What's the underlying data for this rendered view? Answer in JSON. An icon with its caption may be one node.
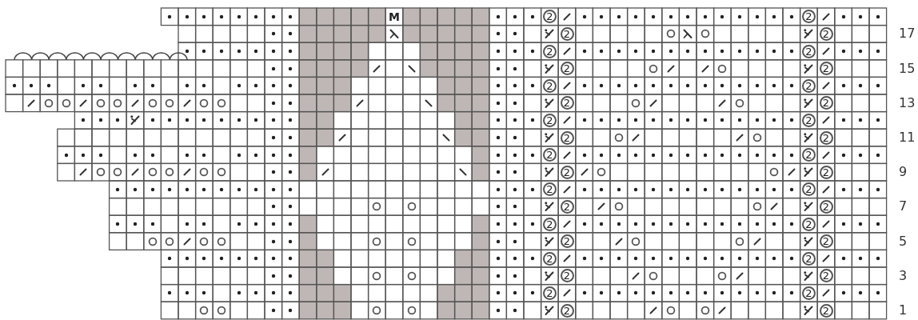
{
  "diagram": {
    "labels": [
      "M",
      "2",
      "2",
      "2",
      "2",
      "17",
      "2",
      "2",
      "2",
      "2",
      "15",
      "2",
      "2",
      "2",
      "2",
      "13",
      "2",
      "2",
      "2",
      "2",
      "11",
      "2",
      "2",
      "2",
      "2",
      "9",
      "2",
      "2",
      "2",
      "2",
      "7",
      "2",
      "2",
      "2",
      "2",
      "5",
      "2",
      "2",
      "2",
      "2",
      "3",
      "2",
      "2",
      "2",
      "2",
      "1"
    ]
  }
}
